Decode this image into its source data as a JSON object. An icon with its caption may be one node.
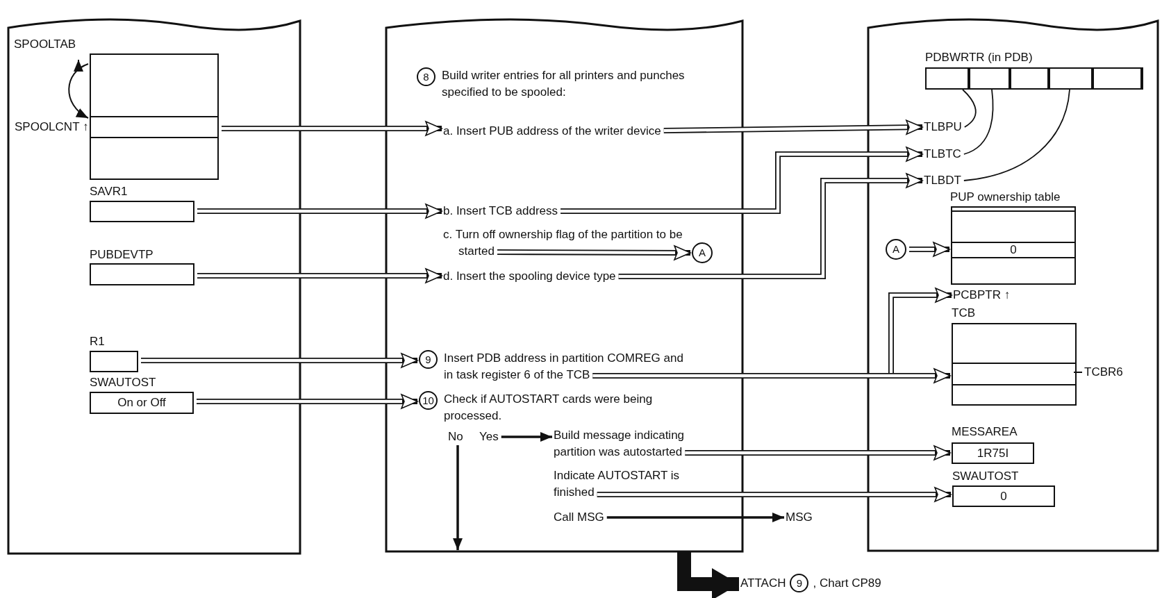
{
  "diagram": {
    "nodes": [
      {
        "text": [],
        "shape": "box"
      },
      {
        "text": [
          "SPOOLTAB"
        ],
        "in": 0
      },
      {
        "text": [
          "SPOOLCNT ↑"
        ],
        "in": 1
      },
      {
        "text": [
          "SAVR1"
        ],
        "in": 0
      },
      {
        "text": [
          "PUBDEVTP"
        ],
        "in": 0
      },
      {
        "text": [
          "R1"
        ],
        "in": 0
      },
      {
        "text": [
          "SWAUTOST",
          "On or Off"
        ],
        "in": 0
      },
      {
        "text": [],
        "shape": "box"
      },
      {
        "text": [
          "8",
          "Build writer entries for all printers and punches specified to be spooled:"
        ],
        "in": 7
      },
      {
        "text": [
          "a. Insert PUB address of the writer device"
        ],
        "in": 7
      },
      {
        "text": [
          "b. Insert TCB address"
        ],
        "in": 7
      },
      {
        "text": [
          "c. Turn off ownership flag of the partition to be started"
        ],
        "in": 7
      },
      {
        "text": [
          "A"
        ],
        "in": 7
      },
      {
        "text": [
          "d. Insert the spooling device type"
        ],
        "in": 7
      },
      {
        "text": [
          "9",
          "Insert PDB address in partition COMREG and in task register 6 of the TCB"
        ],
        "in": 7
      },
      {
        "text": [
          "10",
          "Check if AUTOSTART cards were being processed."
        ],
        "in": 7
      },
      {
        "text": [
          "No"
        ],
        "in": 7
      },
      {
        "text": [
          "Yes"
        ],
        "in": 7
      },
      {
        "text": [
          "Build message indicating partition was autostarted"
        ],
        "in": 7
      },
      {
        "text": [
          "Indicate AUTOSTART is finished"
        ],
        "in": 7
      },
      {
        "text": [
          "Call MSG"
        ],
        "in": 7
      },
      {
        "text": [
          "MSG"
        ]
      },
      {
        "text": [],
        "shape": "box"
      },
      {
        "text": [
          "PDBWRTR (in PDB)"
        ],
        "in": 22
      },
      {
        "text": [],
        "shape": "box",
        "in": 23
      },
      {
        "text": [],
        "shape": "box",
        "in": 23
      },
      {
        "text": [],
        "shape": "box",
        "in": 23
      },
      {
        "text": [],
        "shape": "box",
        "in": 23
      },
      {
        "text": [],
        "shape": "box",
        "in": 23
      },
      {
        "text": [
          "TLBPU"
        ],
        "in": 22
      },
      {
        "text": [
          "TLBTC"
        ],
        "in": 22
      },
      {
        "text": [
          "TLBDT"
        ],
        "in": 22
      },
      {
        "text": [
          "A"
        ],
        "in": 22
      },
      {
        "text": [
          "PUP ownership table",
          "0"
        ],
        "in": 22
      },
      {
        "text": [
          "PCBPTR ↑"
        ],
        "in": 22
      },
      {
        "text": [
          "TCB"
        ],
        "beside": [
          "TCBR6"
        ],
        "in": 22
      },
      {
        "text": [
          "MESSAREA",
          "1R75I"
        ],
        "in": 22
      },
      {
        "text": [
          "SWAUTOST",
          "0"
        ],
        "in": 22
      },
      {
        "text": [
          "ATTACH",
          "9",
          ", Chart CP89"
        ]
      }
    ],
    "edges": [
      {
        "from": 2,
        "to": 9,
        "arrow": "to"
      },
      {
        "from": 3,
        "to": 10,
        "arrow": "to"
      },
      {
        "from": 4,
        "to": 13,
        "arrow": "to"
      },
      {
        "from": 5,
        "to": 14,
        "arrow": "to"
      },
      {
        "from": 6,
        "to": 15,
        "arrow": "to"
      },
      {
        "from": 9,
        "to": 29,
        "arrow": "to"
      },
      {
        "from": 10,
        "to": 30,
        "arrow": "to"
      },
      {
        "from": 11,
        "to": 12,
        "arrow": "to"
      },
      {
        "from": 13,
        "to": 31,
        "arrow": "to"
      },
      {
        "from": 32,
        "to": 33,
        "arrow": "to"
      },
      {
        "from": 14,
        "to": 34,
        "arrow": "to"
      },
      {
        "from": 14,
        "to": 35,
        "arrow": "to"
      },
      {
        "from": 17,
        "to": 18,
        "arrow": "to"
      },
      {
        "from": 18,
        "to": 36,
        "arrow": "to"
      },
      {
        "from": 19,
        "to": 37,
        "arrow": "to"
      },
      {
        "from": 20,
        "to": 21,
        "arrow": "to"
      },
      {
        "from": 16,
        "to": null,
        "arrow": "to"
      },
      {
        "from": 7,
        "to": 38,
        "arrow": "to",
        "style": "thick"
      },
      {
        "from": 29,
        "to": 24,
        "arrow": "none"
      },
      {
        "from": 30,
        "to": 25,
        "arrow": "none"
      },
      {
        "from": 31,
        "to": 27,
        "arrow": "none"
      },
      {
        "from": 1,
        "to": 2,
        "arrow": "to"
      }
    ]
  }
}
